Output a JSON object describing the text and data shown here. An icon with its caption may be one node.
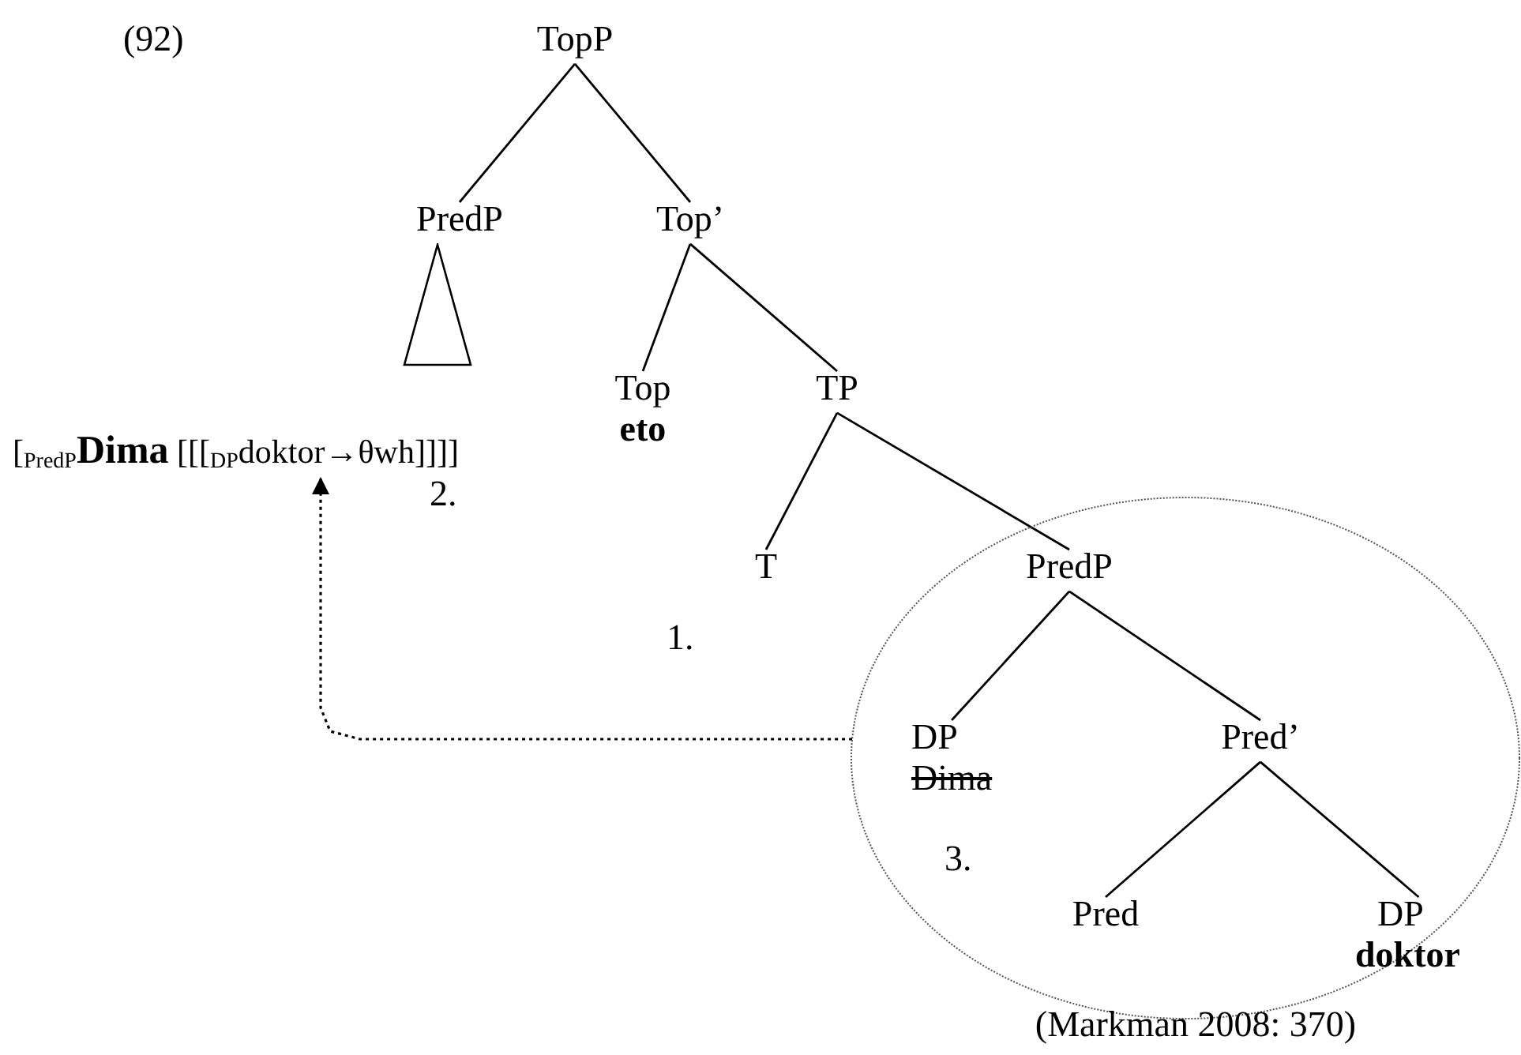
{
  "diagram": {
    "caption": "(Markman 2008: 370)",
    "nodes": [
      {
        "text": [
          "TopP"
        ]
      },
      {
        "text": [
          "PredP"
        ]
      },
      {
        "text": [
          "Top’"
        ]
      },
      {
        "text": [
          "Top",
          "eto"
        ]
      },
      {
        "text": [
          "TP"
        ]
      },
      {
        "text": [
          "T"
        ]
      },
      {
        "text": [],
        "shape": "ellipse"
      },
      {
        "text": [
          "PredP"
        ],
        "in": 6
      },
      {
        "text": [
          "DP",
          "Dima"
        ],
        "in": 6
      },
      {
        "text": [
          "Pred’"
        ],
        "in": 6
      },
      {
        "text": [
          "Pred"
        ],
        "in": 6
      },
      {
        "text": [
          "DP",
          "doktor"
        ],
        "in": 6
      },
      {
        "text": [
          "[$_{PredP}$**Dima** [[[$_{DP}$doktor→θwh]]]]"
        ]
      },
      {
        "text": [],
        "shape": "triangle"
      }
    ],
    "edges": [
      {
        "from": 0,
        "to": 1,
        "arrow": "none"
      },
      {
        "from": 0,
        "to": 2,
        "arrow": "none"
      },
      {
        "from": 2,
        "to": 3,
        "arrow": "none"
      },
      {
        "from": 2,
        "to": 4,
        "arrow": "none"
      },
      {
        "from": 4,
        "to": 5,
        "arrow": "none"
      },
      {
        "from": 4,
        "to": 7,
        "arrow": "none"
      },
      {
        "from": 7,
        "to": 8,
        "arrow": "none"
      },
      {
        "from": 7,
        "to": 9,
        "arrow": "none"
      },
      {
        "from": 9,
        "to": 10,
        "arrow": "none"
      },
      {
        "from": 9,
        "to": 11,
        "arrow": "none"
      },
      {
        "from": 6,
        "to": 12,
        "arrow": "to",
        "style": "dashed"
      }
    ],
    "labels": [
      "(92)",
      "2.",
      "1.",
      "3."
    ]
  }
}
